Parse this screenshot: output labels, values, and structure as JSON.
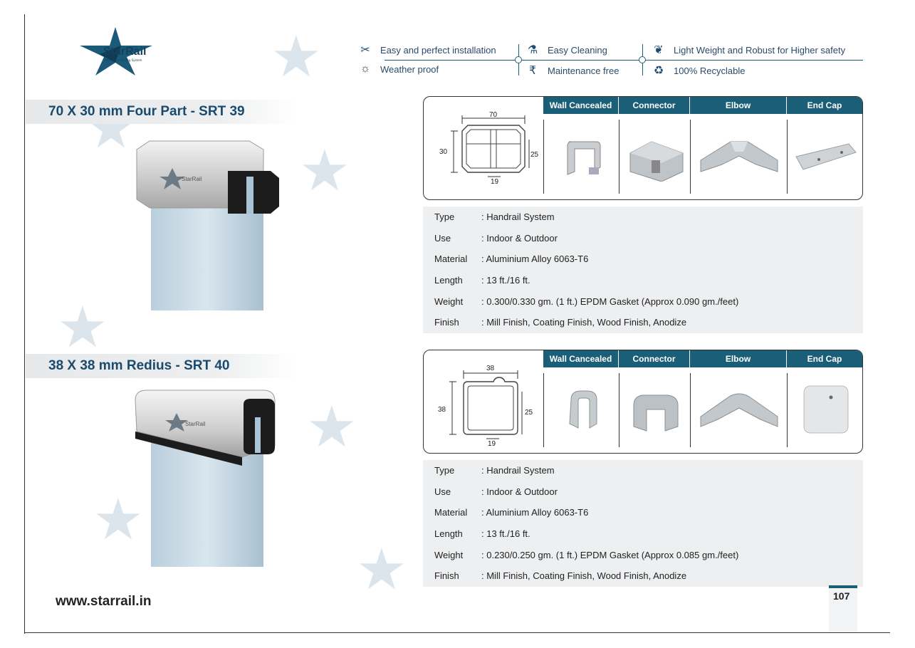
{
  "brand": {
    "name": "StarRail",
    "tagline": "Aluminium Railing System",
    "website": "www.starrail.in",
    "colors": {
      "primary": "#1b5e78",
      "heading": "#1a4b6e",
      "spec_bg": "#eeeff0"
    }
  },
  "features": [
    {
      "icon": "tools-icon",
      "label": "Easy and perfect installation"
    },
    {
      "icon": "spray-bottle-icon",
      "label": "Easy Cleaning"
    },
    {
      "icon": "feather-icon",
      "label": "Light Weight and Robust for Higher safety"
    },
    {
      "icon": "weather-icon",
      "label": "Weather proof"
    },
    {
      "icon": "rupee-icon",
      "label": "Maintenance free"
    },
    {
      "icon": "recycle-icon",
      "label": "100% Recyclable"
    }
  ],
  "accessory_headers": [
    "Wall Cancealed",
    "Connector",
    "Elbow",
    "End Cap"
  ],
  "products": [
    {
      "title": "70 X 30 mm Four Part - SRT 39",
      "dims": {
        "width": "70",
        "height": "30",
        "inner": "25",
        "slot": "19"
      },
      "specs": [
        {
          "key": "Type",
          "value": ": Handrail System"
        },
        {
          "key": "Use",
          "value": ": Indoor & Outdoor"
        },
        {
          "key": "Material",
          "value": ": Aluminium Alloy 6063-T6"
        },
        {
          "key": "Length",
          "value": ": 13 ft./16 ft."
        },
        {
          "key": "Weight",
          "value": ": 0.300/0.330 gm. (1 ft.) EPDM Gasket (Approx 0.090 gm./feet)"
        },
        {
          "key": "Finish",
          "value": ": Mill Finish, Coating Finish, Wood Finish, Anodize"
        }
      ]
    },
    {
      "title": "38 X 38 mm Redius - SRT 40",
      "dims": {
        "width": "38",
        "height": "38",
        "inner": "25",
        "slot": "19"
      },
      "specs": [
        {
          "key": "Type",
          "value": ": Handrail System"
        },
        {
          "key": "Use",
          "value": ": Indoor & Outdoor"
        },
        {
          "key": "Material",
          "value": ": Aluminium Alloy 6063-T6"
        },
        {
          "key": "Length",
          "value": ": 13 ft./16 ft."
        },
        {
          "key": "Weight",
          "value": ": 0.230/0.250 gm. (1 ft.) EPDM Gasket (Approx 0.085 gm./feet)"
        },
        {
          "key": "Finish",
          "value": ": Mill Finish, Coating Finish, Wood Finish, Anodize"
        }
      ]
    }
  ],
  "page_number": "107"
}
